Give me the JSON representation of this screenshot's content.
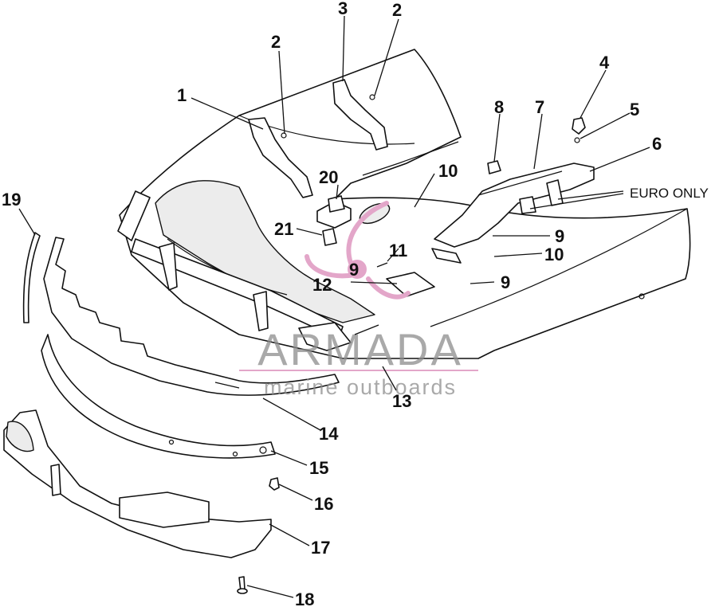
{
  "diagram": {
    "callouts": [
      {
        "id": "c1",
        "label": "1"
      },
      {
        "id": "c2a",
        "label": "2"
      },
      {
        "id": "c2b",
        "label": "2"
      },
      {
        "id": "c3",
        "label": "3"
      },
      {
        "id": "c4",
        "label": "4"
      },
      {
        "id": "c5",
        "label": "5"
      },
      {
        "id": "c6",
        "label": "6"
      },
      {
        "id": "c7",
        "label": "7"
      },
      {
        "id": "c8",
        "label": "8"
      },
      {
        "id": "c9a",
        "label": "9"
      },
      {
        "id": "c9b",
        "label": "9"
      },
      {
        "id": "c9c",
        "label": "9"
      },
      {
        "id": "c10a",
        "label": "10"
      },
      {
        "id": "c10b",
        "label": "10"
      },
      {
        "id": "c11",
        "label": "11"
      },
      {
        "id": "c12",
        "label": "12"
      },
      {
        "id": "c13",
        "label": "13"
      },
      {
        "id": "c14",
        "label": "14"
      },
      {
        "id": "c15",
        "label": "15"
      },
      {
        "id": "c16",
        "label": "16"
      },
      {
        "id": "c17",
        "label": "17"
      },
      {
        "id": "c18",
        "label": "18"
      },
      {
        "id": "c19",
        "label": "19"
      },
      {
        "id": "c20",
        "label": "20"
      },
      {
        "id": "c21",
        "label": "21"
      }
    ],
    "note": "EURO ONLY"
  },
  "watermark": {
    "brand": "ARMADA",
    "tagline": "marine outboards",
    "colors": {
      "text": "#8c8c8c",
      "propeller": "#e3a6c9"
    }
  }
}
